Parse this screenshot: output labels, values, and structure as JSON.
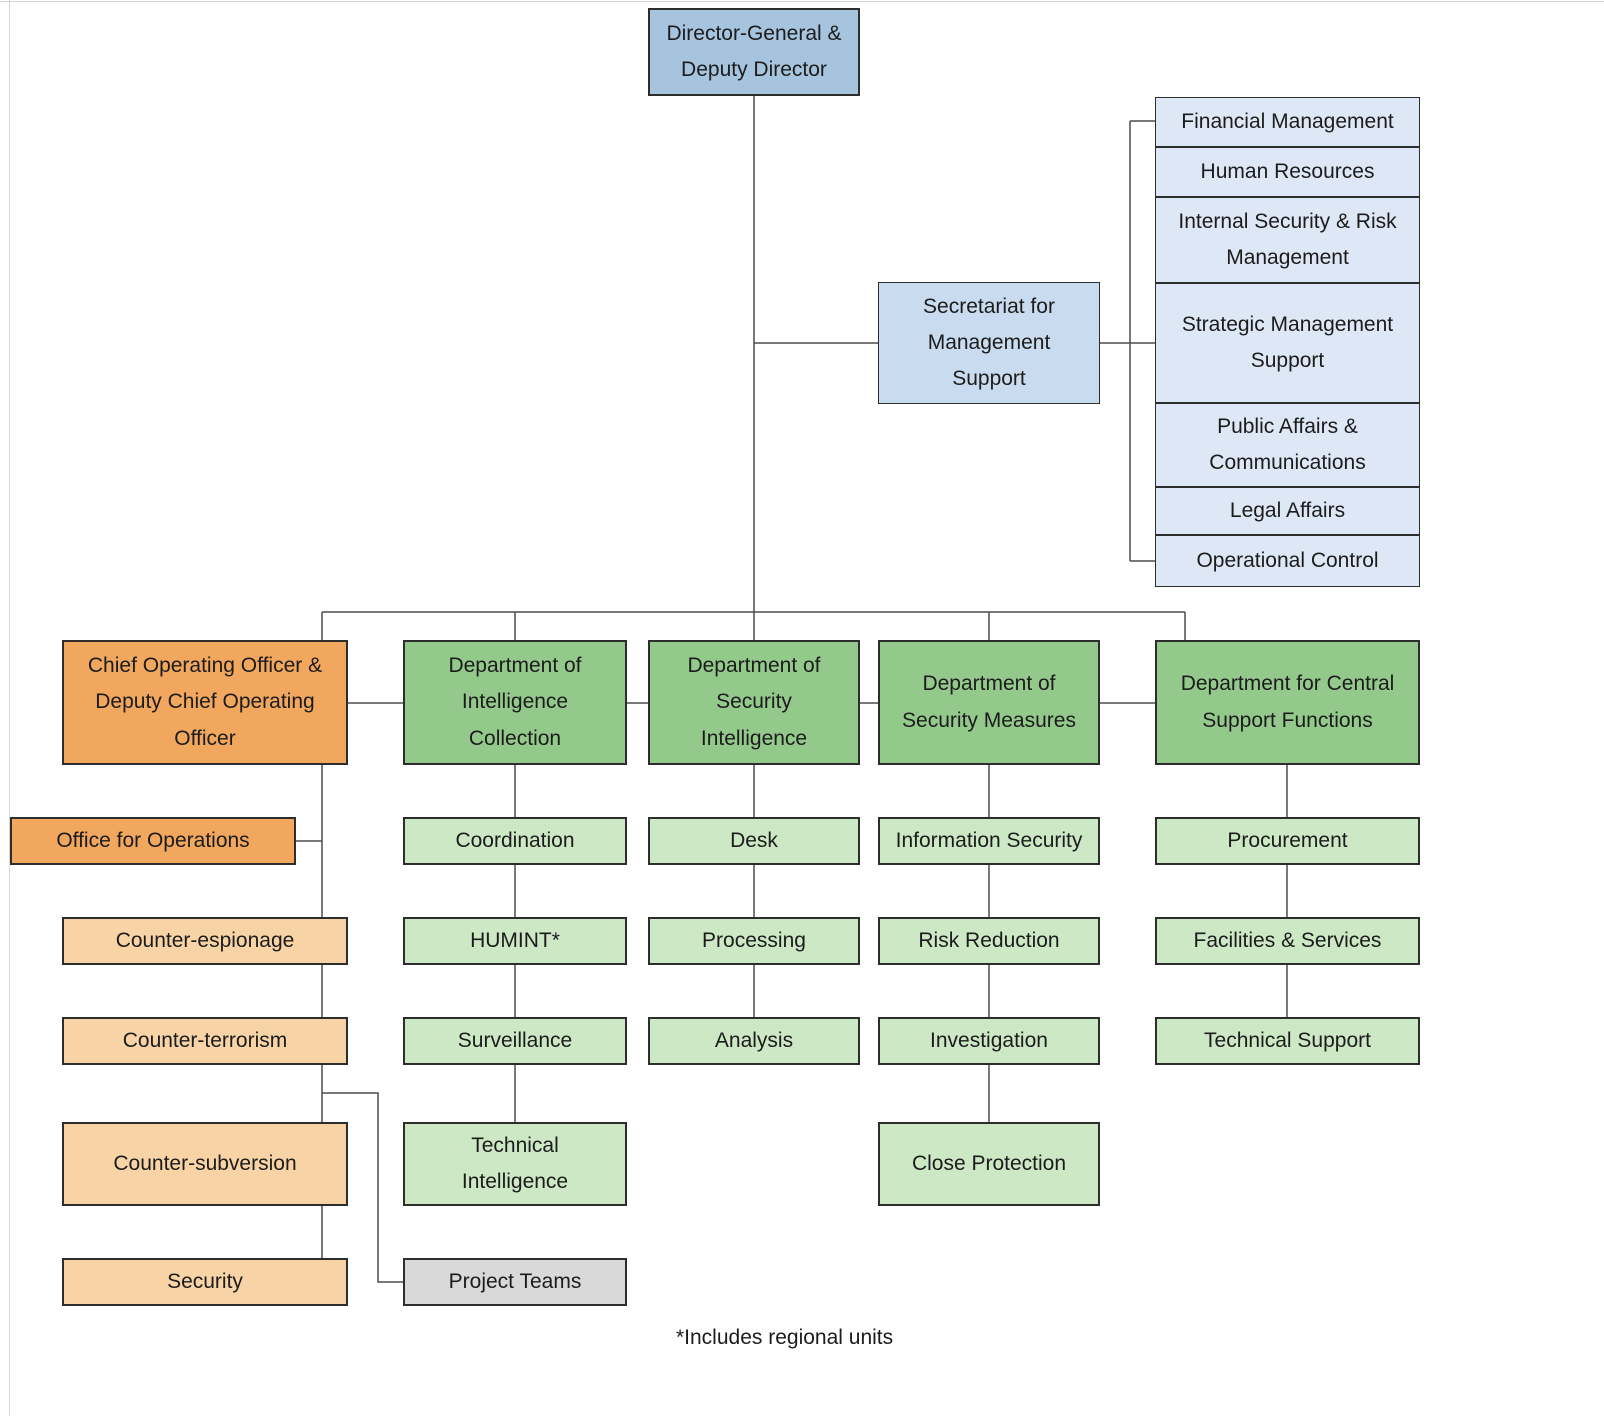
{
  "nodes": {
    "director_general": "Director-General &\nDeputy Director",
    "secretariat": "Secretariat for\nManagement\nSupport",
    "financial_management": "Financial Management",
    "human_resources": "Human Resources",
    "internal_security": "Internal Security & Risk\nManagement",
    "strategic_management": "Strategic Management\nSupport",
    "public_affairs": "Public Affairs &\nCommunications",
    "legal_affairs": "Legal Affairs",
    "operational_control": "Operational Control",
    "coo": "Chief Operating Officer &\nDeputy Chief Operating\nOfficer",
    "dept_intelligence_collection": "Department of\nIntelligence\nCollection",
    "dept_security_intelligence": "Department of\nSecurity\nIntelligence",
    "dept_security_measures": "Department of\nSecurity Measures",
    "dept_central_support": "Department for Central\nSupport Functions",
    "office_for_operations": "Office for Operations",
    "counter_espionage": "Counter-espionage",
    "counter_terrorism": "Counter-terrorism",
    "counter_subversion": "Counter-subversion",
    "security": "Security",
    "coordination": "Coordination",
    "humint": "HUMINT*",
    "surveillance": "Surveillance",
    "technical_intelligence": "Technical\nIntelligence",
    "project_teams": "Project Teams",
    "desk": "Desk",
    "processing": "Processing",
    "analysis": "Analysis",
    "information_security": "Information Security",
    "risk_reduction": "Risk Reduction",
    "investigation": "Investigation",
    "close_protection": "Close Protection",
    "procurement": "Procurement",
    "facilities_services": "Facilities & Services",
    "technical_support": "Technical Support"
  },
  "footnote": "*Includes regional units",
  "colors": {
    "root_fill": "#a6c4de",
    "secretariat_fill": "#c9dbef",
    "support_fill": "#dde7f5",
    "dept_fill": "#94c98c",
    "sub_green_fill": "#cce8c4",
    "orange_dark_fill": "#f1a75e",
    "orange_light_fill": "#f8d3a5",
    "gray_fill": "#d9d9d9",
    "line": "#4d4d4d",
    "border": "#2d2d2d"
  }
}
